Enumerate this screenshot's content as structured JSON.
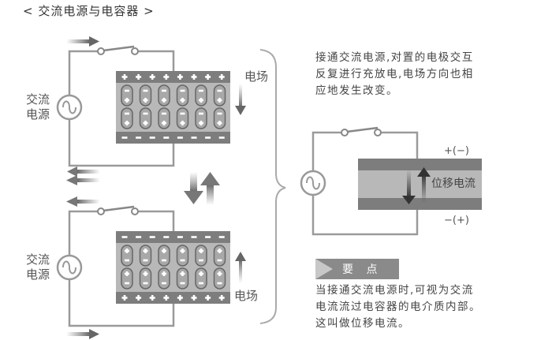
{
  "title": "< 交流电源与电容器 >",
  "top_circuit": {
    "source_label": [
      "交流",
      "电源"
    ],
    "field_label": "电场",
    "top_plate_sign": "+",
    "bottom_plate_sign": "−",
    "field_direction": "down",
    "dipole_top": "−",
    "dipole_bottom": "+"
  },
  "bottom_circuit": {
    "source_label": [
      "交流",
      "电源"
    ],
    "field_label": "电场",
    "top_plate_sign": "−",
    "bottom_plate_sign": "+",
    "field_direction": "up",
    "dipole_top": "+",
    "dipole_bottom": "−"
  },
  "description": [
    "接通交流电源,对置的电极交互",
    "反复进行充放电,电场方向也相",
    "应地发生改变。"
  ],
  "right_circuit": {
    "top_label": "+(−)",
    "bottom_label": "−(+)",
    "current_label": "位移电流"
  },
  "key_point": {
    "label": "要 点",
    "text": [
      "当接通交流电源时,可视为交流",
      "电流流过电容器的电介质内部。",
      "这叫做位移电流。"
    ]
  },
  "colors": {
    "wire": "#9a9a9a",
    "plate_dark": "#7d7d7d",
    "dielectric": "#b8b8b8",
    "arrow": "#6e6e6e"
  }
}
